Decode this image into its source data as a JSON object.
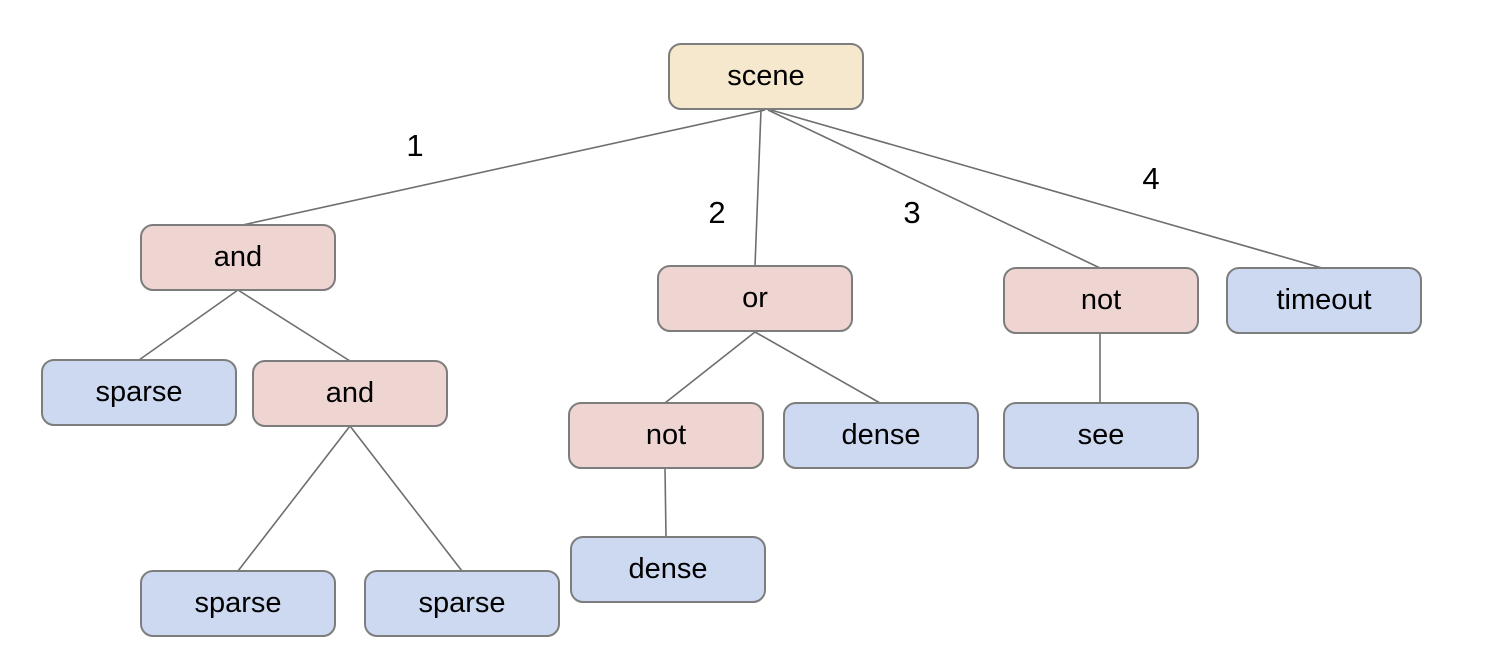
{
  "colors": {
    "root_fill": "#f6e8cd",
    "operator_fill": "#eed5d2",
    "leaf_fill": "#cdd9f1",
    "node_border": "#7d7d7d",
    "edge_line": "#6e6e6e",
    "text": "#000000",
    "background": "#ffffff"
  },
  "nodes": [
    {
      "id": "scene",
      "label": "scene",
      "type": "root"
    },
    {
      "id": "and-1",
      "label": "and",
      "type": "operator"
    },
    {
      "id": "or-1",
      "label": "or",
      "type": "operator"
    },
    {
      "id": "not-1",
      "label": "not",
      "type": "operator"
    },
    {
      "id": "timeout",
      "label": "timeout",
      "type": "leaf"
    },
    {
      "id": "sparse-1",
      "label": "sparse",
      "type": "leaf"
    },
    {
      "id": "and-2",
      "label": "and",
      "type": "operator"
    },
    {
      "id": "not-2",
      "label": "not",
      "type": "operator"
    },
    {
      "id": "dense-1",
      "label": "dense",
      "type": "leaf"
    },
    {
      "id": "see",
      "label": "see",
      "type": "leaf"
    },
    {
      "id": "sparse-2",
      "label": "sparse",
      "type": "leaf"
    },
    {
      "id": "sparse-3",
      "label": "sparse",
      "type": "leaf"
    },
    {
      "id": "dense-2",
      "label": "dense",
      "type": "leaf"
    }
  ],
  "edge_labels": [
    {
      "label": "1"
    },
    {
      "label": "2"
    },
    {
      "label": "3"
    },
    {
      "label": "4"
    }
  ],
  "tree": {
    "label": "scene",
    "children": [
      {
        "edge_label": "1",
        "label": "and",
        "children": [
          {
            "label": "sparse"
          },
          {
            "label": "and",
            "children": [
              {
                "label": "sparse"
              },
              {
                "label": "sparse"
              }
            ]
          }
        ]
      },
      {
        "edge_label": "2",
        "label": "or",
        "children": [
          {
            "label": "not",
            "children": [
              {
                "label": "dense"
              }
            ]
          },
          {
            "label": "dense"
          }
        ]
      },
      {
        "edge_label": "3",
        "label": "not",
        "children": [
          {
            "label": "see"
          }
        ]
      },
      {
        "edge_label": "4",
        "label": "timeout"
      }
    ]
  }
}
